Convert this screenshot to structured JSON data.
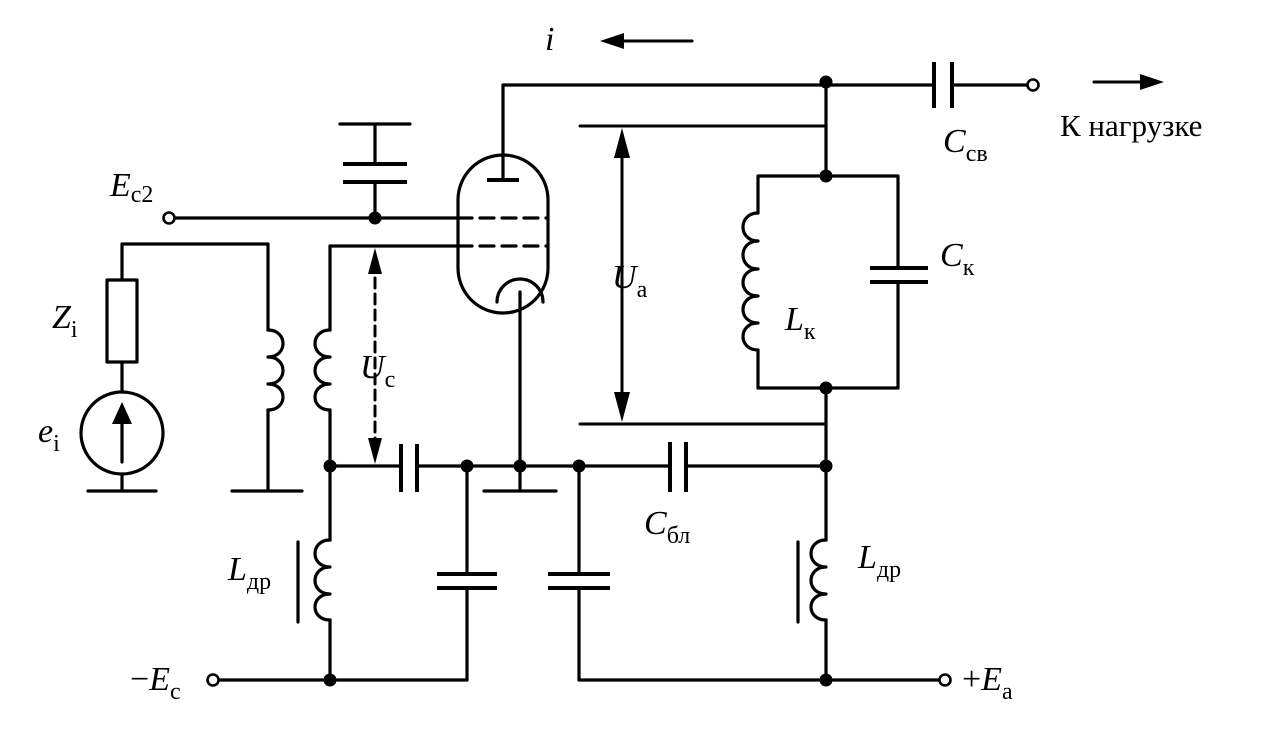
{
  "labels": {
    "current": {
      "main": "i"
    },
    "c_sv": {
      "main": "C",
      "sub": "св"
    },
    "load": {
      "text": "К нагрузке"
    },
    "e_c2": {
      "main": "E",
      "sub": "c2"
    },
    "z_i": {
      "main": "Z",
      "sub": "i"
    },
    "e_i": {
      "main": "e",
      "sub": "i"
    },
    "u_c": {
      "main": "U",
      "sub": "c"
    },
    "u_a": {
      "main": "U",
      "sub": "a"
    },
    "c_k": {
      "main": "C",
      "sub": "к"
    },
    "l_k": {
      "main": "L",
      "sub": "к"
    },
    "c_bl": {
      "main": "C",
      "sub": "бл"
    },
    "l_dr_left": {
      "main": "L",
      "sub": "др"
    },
    "l_dr_right": {
      "main": "L",
      "sub": "др"
    },
    "minus_e_c": {
      "prefix": "−",
      "main": "E",
      "sub": "c"
    },
    "plus_e_a": {
      "prefix": "+",
      "main": "E",
      "sub": "a"
    }
  }
}
